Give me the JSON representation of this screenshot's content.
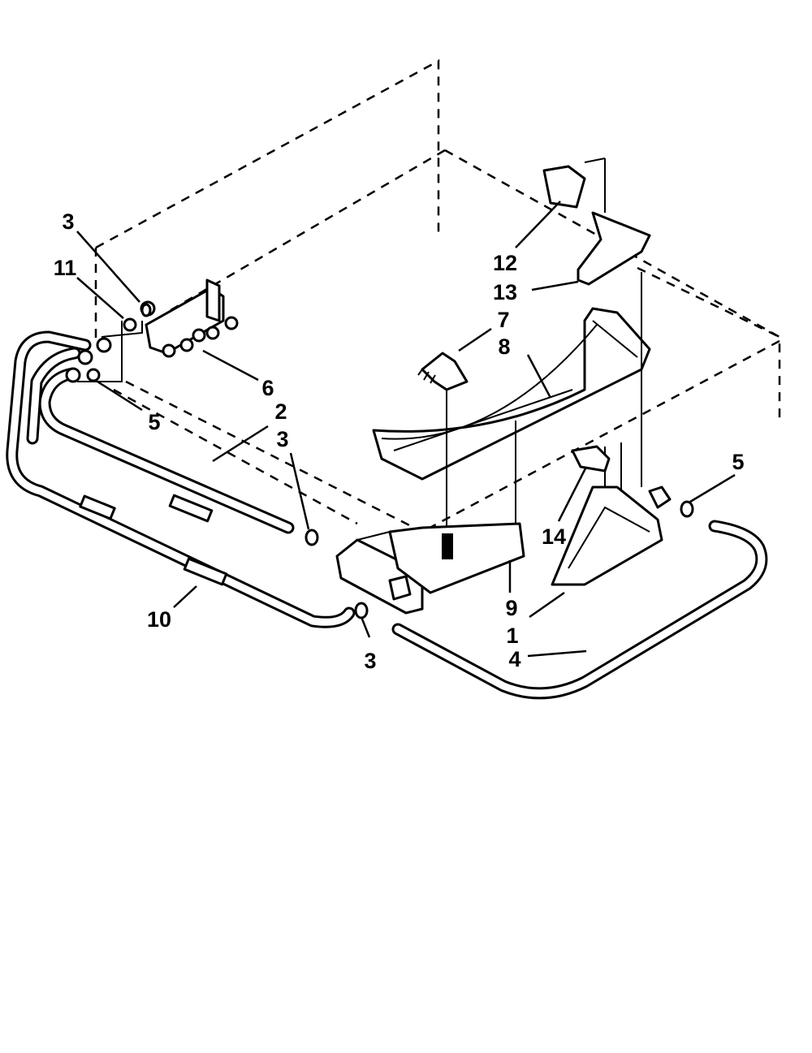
{
  "diagram": {
    "callouts": [
      {
        "id": "c3a",
        "text": "3"
      },
      {
        "id": "c11",
        "text": "11"
      },
      {
        "id": "c6",
        "text": "6"
      },
      {
        "id": "c5a",
        "text": "5"
      },
      {
        "id": "c2",
        "text": "2"
      },
      {
        "id": "c3b",
        "text": "3"
      },
      {
        "id": "c12",
        "text": "12"
      },
      {
        "id": "c13",
        "text": "13"
      },
      {
        "id": "c7",
        "text": "7"
      },
      {
        "id": "c8",
        "text": "8"
      },
      {
        "id": "c5b",
        "text": "5"
      },
      {
        "id": "c14",
        "text": "14"
      },
      {
        "id": "c9",
        "text": "9"
      },
      {
        "id": "c1",
        "text": "1"
      },
      {
        "id": "c10",
        "text": "10"
      },
      {
        "id": "c3c",
        "text": "3"
      },
      {
        "id": "c4",
        "text": "4"
      }
    ]
  }
}
